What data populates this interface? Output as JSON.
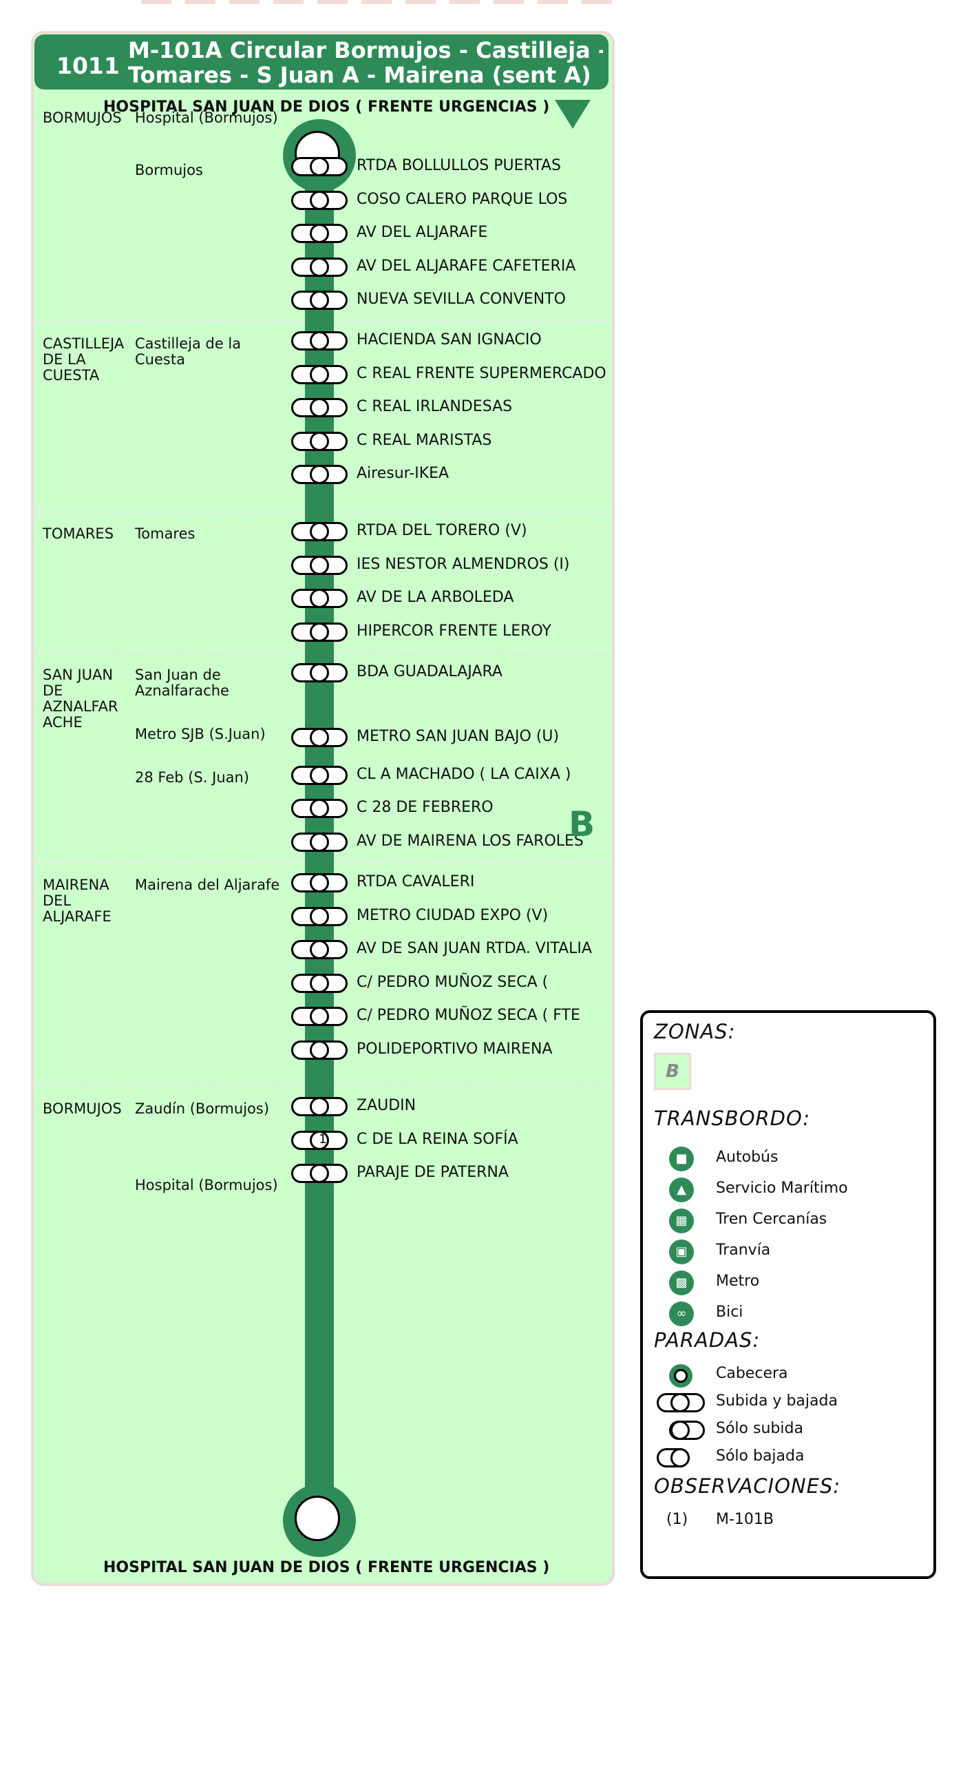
{
  "header": {
    "route_number": "1011",
    "route_name_line1": "M-101A Circular Bormujos - Castilleja -",
    "route_name_line2": "Tomares - S Juan A - Mairena (sent A)"
  },
  "terminal_top": "HOSPITAL SAN JUAN DE DIOS ( FRENTE URGENCIAS )",
  "terminal_bottom": "HOSPITAL SAN JUAN DE DIOS ( FRENTE URGENCIAS )",
  "municipalities": [
    "BORMUJOS",
    "CASTILLEJA DE LA CUESTA",
    "TOMARES",
    "SAN JUAN DE AZNALFAR ACHE",
    "MAIRENA DEL ALJARAFE",
    "BORMUJOS"
  ],
  "localities": [
    "Hospital (Bormujos)",
    "Bormujos",
    "Castilleja de la Cuesta",
    "Tomares",
    "San Juan de Aznalfarache",
    "Metro SJB (S.Juan)",
    "28 Feb (S. Juan)",
    "Mairena del Aljarafe",
    "Zaudín (Bormujos)",
    "Hospital (Bormujos)"
  ],
  "stops": [
    {
      "name": "RTDA BOLLULLOS PUERTAS"
    },
    {
      "name": "COSO CALERO PARQUE LOS"
    },
    {
      "name": "AV DEL ALJARAFE"
    },
    {
      "name": "AV DEL ALJARAFE CAFETERIA"
    },
    {
      "name": "NUEVA SEVILLA CONVENTO"
    },
    {
      "name": "HACIENDA SAN IGNACIO"
    },
    {
      "name": "C REAL FRENTE SUPERMERCADO"
    },
    {
      "name": "C REAL IRLANDESAS"
    },
    {
      "name": "C REAL MARISTAS"
    },
    {
      "name": "Airesur-IKEA"
    },
    {
      "name": "RTDA  DEL TORERO (V)"
    },
    {
      "name": "IES  NESTOR ALMENDROS (I)"
    },
    {
      "name": "AV DE LA ARBOLEDA"
    },
    {
      "name": "HIPERCOR FRENTE LEROY"
    },
    {
      "name": "BDA GUADALAJARA"
    },
    {
      "name": "METRO SAN JUAN BAJO (U)"
    },
    {
      "name": "CL A MACHADO ( LA CAIXA )"
    },
    {
      "name": "C 28 DE FEBRERO"
    },
    {
      "name": "AV DE MAIRENA LOS FAROLES"
    },
    {
      "name": "RTDA CAVALERI"
    },
    {
      "name": "METRO CIUDAD EXPO (V)"
    },
    {
      "name": "AV DE SAN JUAN RTDA. VITALIA"
    },
    {
      "name": "C/ PEDRO MUÑOZ SECA ("
    },
    {
      "name": "C/ PEDRO MUÑOZ SECA ( FTE"
    },
    {
      "name": "POLIDEPORTIVO MAIRENA"
    },
    {
      "name": "ZAUDIN"
    },
    {
      "name": "C DE LA REINA SOFÍA",
      "note": "1"
    },
    {
      "name": "PARAJE DE PATERNA"
    }
  ],
  "zone_letter": "B",
  "legend": {
    "zonas_title": "ZONAS:",
    "zone_b": "B",
    "transbordo_title": "TRANSBORDO:",
    "transbordo": [
      {
        "label": "Autobús",
        "icon": "bus-icon"
      },
      {
        "label": "Servicio Marítimo",
        "icon": "ferry-icon"
      },
      {
        "label": "Tren Cercanías",
        "icon": "train-icon"
      },
      {
        "label": "Tranvía",
        "icon": "tram-icon"
      },
      {
        "label": "Metro",
        "icon": "metro-icon"
      },
      {
        "label": "Bici",
        "icon": "bike-icon"
      }
    ],
    "paradas_title": "PARADAS:",
    "paradas": [
      {
        "label": "Cabecera"
      },
      {
        "label": "Subida y bajada"
      },
      {
        "label": "Sólo subida"
      },
      {
        "label": "Sólo bajada"
      }
    ],
    "observaciones_title": "OBSERVACIONES:",
    "observaciones": [
      {
        "num": "(1)",
        "text": "M-101B"
      }
    ]
  },
  "colors": {
    "line_green": "#2e8b57",
    "zone_fill": "#ccffcc"
  }
}
